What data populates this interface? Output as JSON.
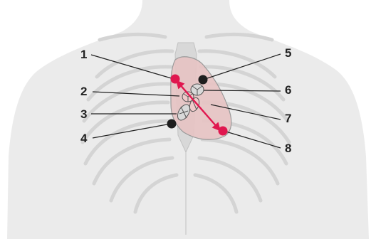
{
  "callouts": [
    {
      "label": "1",
      "marker": "red-dot"
    },
    {
      "label": "2",
      "marker": "none"
    },
    {
      "label": "3",
      "marker": "none"
    },
    {
      "label": "4",
      "marker": "black-dot"
    },
    {
      "label": "5",
      "marker": "black-dot"
    },
    {
      "label": "6",
      "marker": "none"
    },
    {
      "label": "7",
      "marker": "none"
    },
    {
      "label": "8",
      "marker": "red-dot"
    }
  ],
  "colors": {
    "body": "#ebebeb",
    "bone": "#d6d6d6",
    "heart": "#e6c3c3",
    "heart_outline": "#9a9a9a",
    "valve": "#d9d9d9",
    "red_marker": "#e0174f",
    "black_marker": "#1e1e1e",
    "arrow": "#e0174f",
    "text": "#222222"
  }
}
